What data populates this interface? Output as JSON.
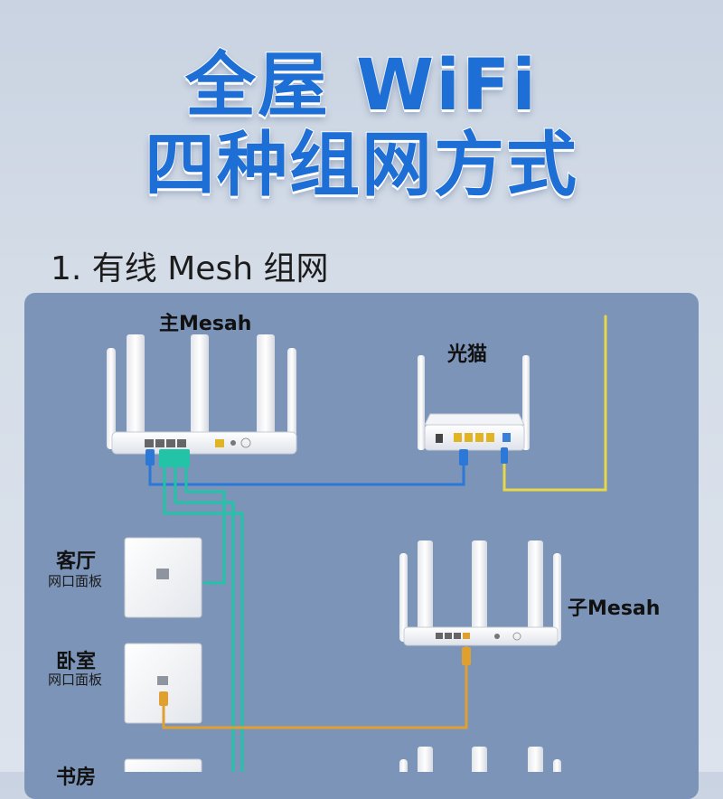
{
  "header": {
    "title_line1": "全屋 WiFi",
    "title_line2": "四种组网方式"
  },
  "section": {
    "title": "1. 有线 Mesh 组网"
  },
  "devices": {
    "main_router": "主Mesah",
    "modem": "光猫",
    "sub_router": "子Mesah"
  },
  "panels": [
    {
      "room": "客厅",
      "desc": "网口面板"
    },
    {
      "room": "卧室",
      "desc": "网口面板"
    },
    {
      "room": "书房"
    }
  ],
  "colors": {
    "title_blue": "#1d6fd6",
    "panel_bg": "#7b94b8",
    "cable_blue": "#2b78d8",
    "cable_green": "#22c3a6",
    "cable_orange": "#e0a030",
    "cable_yellow": "#e7d84a"
  }
}
